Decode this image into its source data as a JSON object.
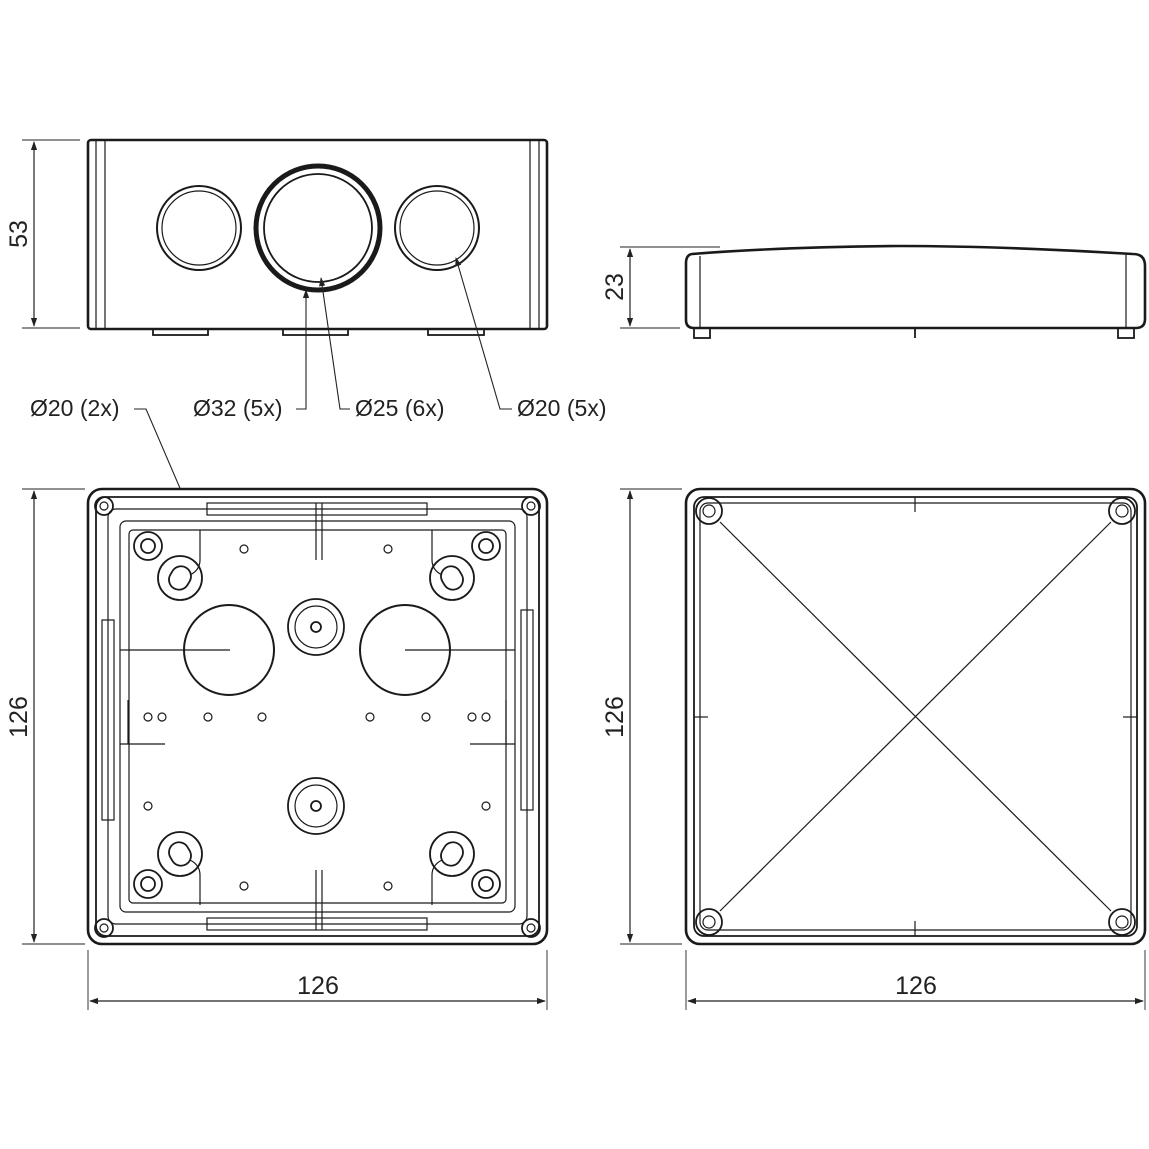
{
  "dimensions": {
    "front_height": "53",
    "side_height": "23",
    "base_height": "126",
    "base_width": "126",
    "lid_height": "126",
    "lid_width": "126"
  },
  "callouts": {
    "d20_2x": "Ø20 (2x)",
    "d32_5x": "Ø32 (5x)",
    "d25_6x": "Ø25 (6x)",
    "d20_5x": "Ø20 (5x)"
  },
  "colors": {
    "line": "#1a1a1a",
    "background": "#ffffff"
  }
}
